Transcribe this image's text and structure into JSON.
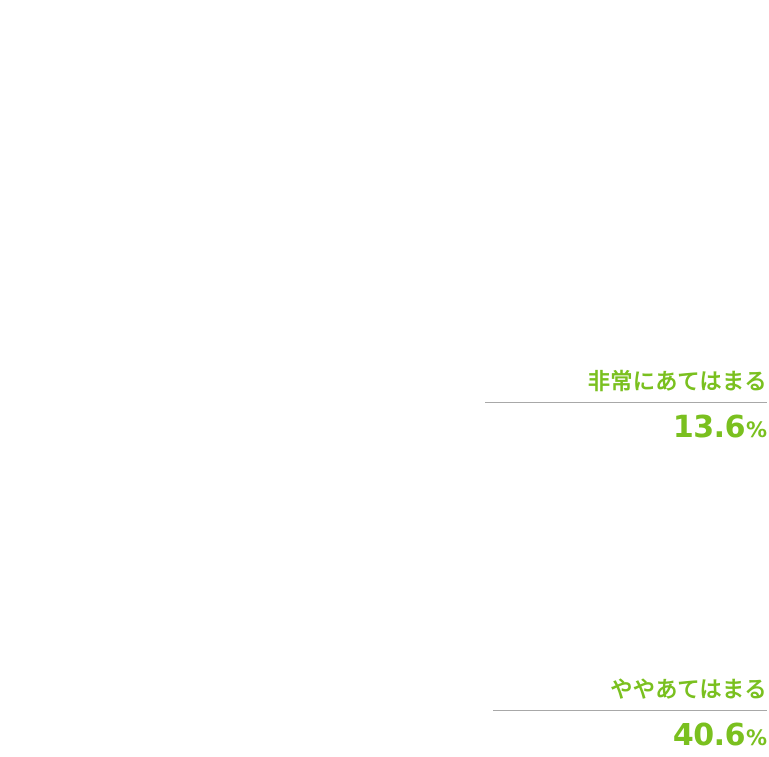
{
  "colors": {
    "accent": "#7ac01f",
    "rule": "#a8a8a8"
  },
  "chart_data": {
    "type": "pie",
    "unit": "%",
    "categories": [
      "非常にあてはまる",
      "ややあてはまる"
    ],
    "values": [
      13.6,
      40.6
    ],
    "value_labels": [
      "13.6",
      "40.6"
    ]
  }
}
